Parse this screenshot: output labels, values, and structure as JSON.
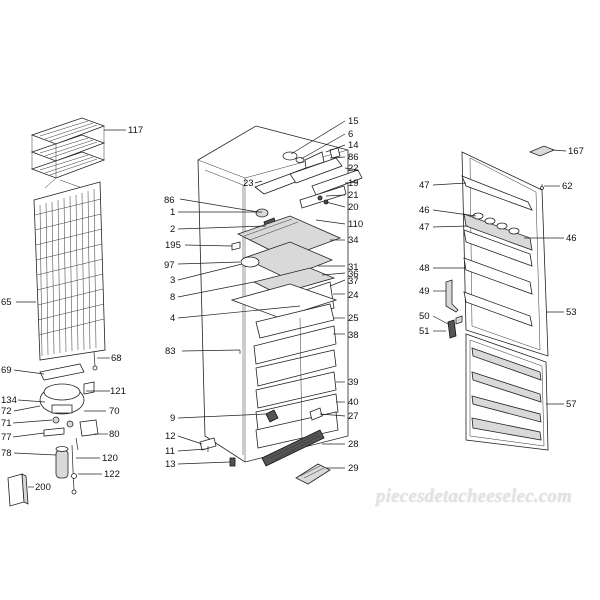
{
  "watermark": "piecesdetacheeselec.com",
  "labels": {
    "l117": "117",
    "l65": "65",
    "l68": "68",
    "l69": "69",
    "l121": "121",
    "l134": "134",
    "l72": "72",
    "l70": "70",
    "l71": "71",
    "l77": "77",
    "l80": "80",
    "l78": "78",
    "l120": "120",
    "l122": "122",
    "l200": "200",
    "l15": "15",
    "l6": "6",
    "l14": "14",
    "l23": "23",
    "l86a": "86",
    "l86b": "86",
    "l22": "22",
    "l19": "19",
    "l1": "1",
    "l21": "21",
    "l20": "20",
    "l2": "2",
    "l110": "110",
    "l195": "195",
    "l34": "34",
    "l97": "97",
    "l3": "3",
    "l31": "31",
    "l36": "36",
    "l8": "8",
    "l37": "37",
    "l24": "24",
    "l4": "4",
    "l25": "25",
    "l38": "38",
    "l83": "83",
    "l39": "39",
    "l40": "40",
    "l9": "9",
    "l27": "27",
    "l12": "12",
    "l11": "11",
    "l28": "28",
    "l13": "13",
    "l29": "29",
    "l167": "167",
    "l47a": "47",
    "l62": "62",
    "l46a": "46",
    "l47b": "47",
    "l46b": "46",
    "l48": "48",
    "l49": "49",
    "l50": "50",
    "l53": "53",
    "l51": "51",
    "l57": "57"
  }
}
